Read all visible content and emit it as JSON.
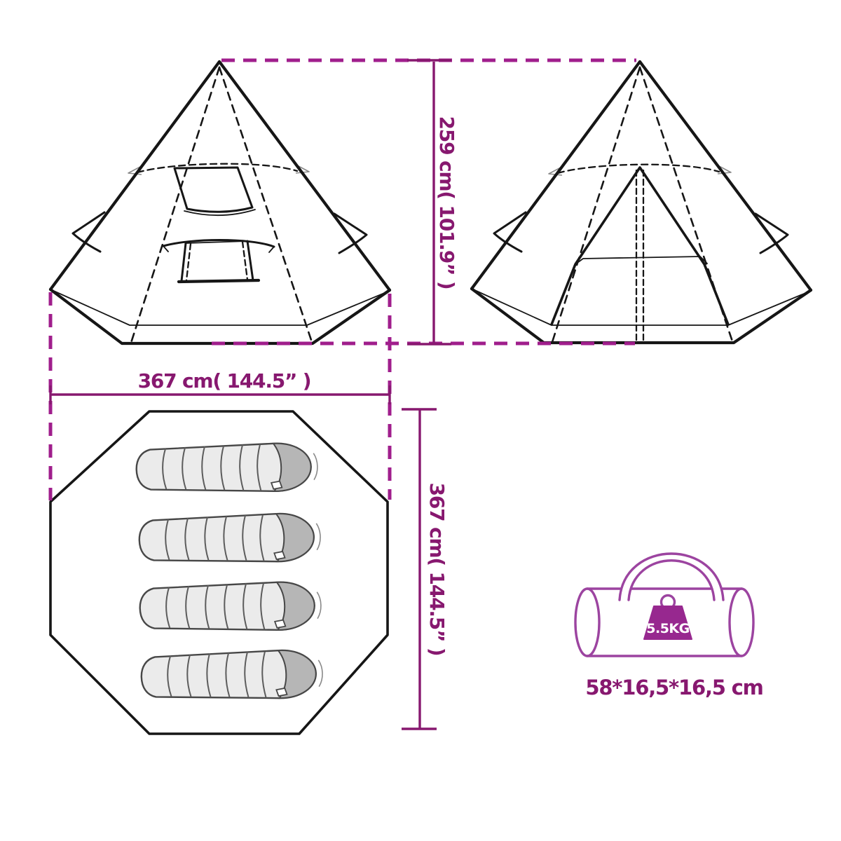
{
  "colors": {
    "accent": "#87186F",
    "dash": "#A01E8C",
    "ink": "#161616",
    "bag_fill": "#EBEBEB",
    "bag_hood": "#B6B6B6",
    "carry": "#9C44A0",
    "weight": "#97288F"
  },
  "diagram": {
    "dimensions": {
      "height": "259 cm( 101.9” )",
      "width": "367 cm( 144.5” )",
      "depth": "367 cm( 144.5” )"
    },
    "carry_bag": {
      "weight": "5.5KG",
      "size": "58*16,5*16,5 cm"
    },
    "floor_plan": {
      "sleeping_bags": 4
    },
    "icons": {
      "front_view": "teepee-tent-front-view",
      "open_view": "teepee-tent-door-open-view",
      "floor_view": "octagon-floor-plan",
      "bag": "carry-bag-icon",
      "weight": "weight-icon",
      "sleeping_bag": "sleeping-bag-icon"
    }
  }
}
